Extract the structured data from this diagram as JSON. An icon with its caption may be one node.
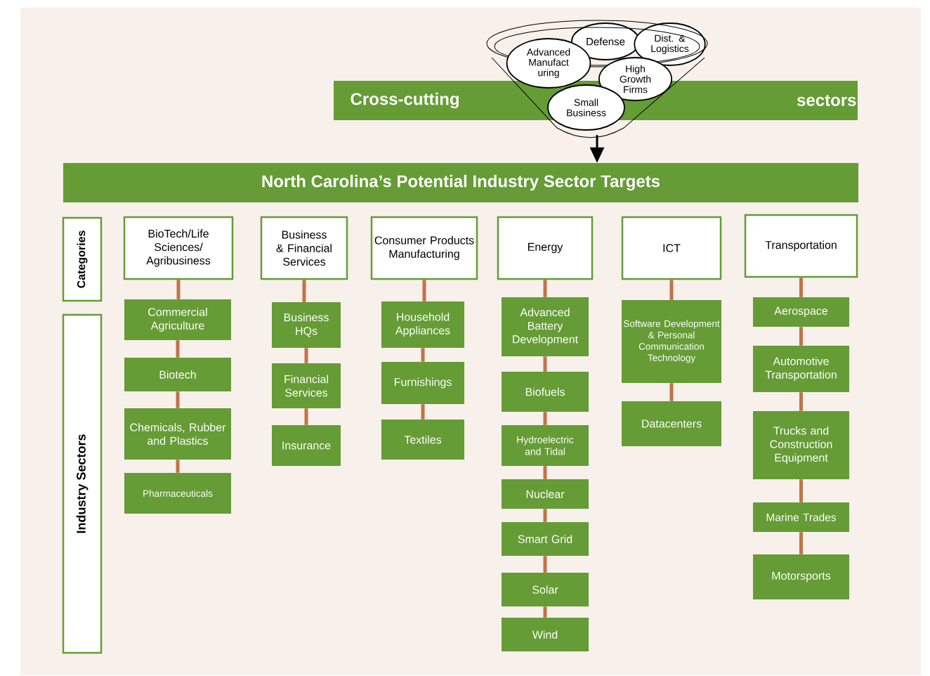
{
  "diagram": {
    "nodes": [
      {
        "text": [
          "Cross-cutting",
          "sectors"
        ]
      },
      {
        "text": [],
        "shape": "funnel"
      },
      {
        "text": [
          "Advanced Manufact uring"
        ],
        "in": 1
      },
      {
        "text": [
          "Defense"
        ],
        "in": 1
      },
      {
        "text": [
          "Dist. & Logistics"
        ],
        "in": 1
      },
      {
        "text": [
          "High Growth Firms"
        ],
        "in": 1
      },
      {
        "text": [
          "Small Business"
        ],
        "in": 1
      },
      {
        "text": [
          "North Carolina’s Potential Industry Sector Targets"
        ]
      },
      {
        "text": [
          "Categories"
        ]
      },
      {
        "text": [
          "Industry Sectors"
        ]
      },
      {
        "text": [
          "BioTech/Life Sciences/ Agribusiness"
        ]
      },
      {
        "text": [
          "Commercial Agriculture"
        ]
      },
      {
        "text": [
          "Biotech"
        ]
      },
      {
        "text": [
          "Chemicals, Rubber and Plastics"
        ]
      },
      {
        "text": [
          "Pharmaceuticals"
        ]
      },
      {
        "text": [
          "Business & Financial Services"
        ]
      },
      {
        "text": [
          "Business HQs"
        ]
      },
      {
        "text": [
          "Financial Services"
        ]
      },
      {
        "text": [
          "Insurance"
        ]
      },
      {
        "text": [
          "Consumer Products Manufacturing"
        ]
      },
      {
        "text": [
          "Household Appliances"
        ]
      },
      {
        "text": [
          "Furnishings"
        ]
      },
      {
        "text": [
          "Textiles"
        ]
      },
      {
        "text": [
          "Energy"
        ]
      },
      {
        "text": [
          "Advanced Battery Development"
        ]
      },
      {
        "text": [
          "Biofuels"
        ]
      },
      {
        "text": [
          "Hydroelectric and Tidal"
        ]
      },
      {
        "text": [
          "Nuclear"
        ]
      },
      {
        "text": [
          "Smart Grid"
        ]
      },
      {
        "text": [
          "Solar"
        ]
      },
      {
        "text": [
          "Wind"
        ]
      },
      {
        "text": [
          "ICT"
        ]
      },
      {
        "text": [
          "Software Development & Personal Communication Technology"
        ]
      },
      {
        "text": [
          "Datacenters"
        ]
      },
      {
        "text": [
          "Transportation"
        ]
      },
      {
        "text": [
          "Aerospace"
        ]
      },
      {
        "text": [
          "Automotive Transportation"
        ]
      },
      {
        "text": [
          "Trucks and Construction Equipment"
        ]
      },
      {
        "text": [
          "Marine Trades"
        ]
      },
      {
        "text": [
          "Motorsports"
        ]
      }
    ],
    "edges": [
      {
        "from": 1,
        "to": 7,
        "arrow": "to",
        "color": "#000000"
      },
      {
        "from": 10,
        "to": 11,
        "arrow": "none"
      },
      {
        "from": 11,
        "to": 12,
        "arrow": "none"
      },
      {
        "from": 12,
        "to": 13,
        "arrow": "none"
      },
      {
        "from": 13,
        "to": 14,
        "arrow": "none"
      },
      {
        "from": 15,
        "to": 16,
        "arrow": "none"
      },
      {
        "from": 16,
        "to": 17,
        "arrow": "none"
      },
      {
        "from": 17,
        "to": 18,
        "arrow": "none"
      },
      {
        "from": 19,
        "to": 20,
        "arrow": "none"
      },
      {
        "from": 20,
        "to": 21,
        "arrow": "none"
      },
      {
        "from": 21,
        "to": 22,
        "arrow": "none"
      },
      {
        "from": 23,
        "to": 24,
        "arrow": "none"
      },
      {
        "from": 24,
        "to": 25,
        "arrow": "none"
      },
      {
        "from": 25,
        "to": 26,
        "arrow": "none"
      },
      {
        "from": 26,
        "to": 27,
        "arrow": "none"
      },
      {
        "from": 27,
        "to": 28,
        "arrow": "none"
      },
      {
        "from": 28,
        "to": 29,
        "arrow": "none"
      },
      {
        "from": 29,
        "to": 30,
        "arrow": "none"
      },
      {
        "from": 31,
        "to": 32,
        "arrow": "none"
      },
      {
        "from": 32,
        "to": 33,
        "arrow": "none"
      },
      {
        "from": 34,
        "to": 35,
        "arrow": "none"
      },
      {
        "from": 35,
        "to": 36,
        "arrow": "none"
      },
      {
        "from": 36,
        "to": 37,
        "arrow": "none"
      },
      {
        "from": 37,
        "to": 38,
        "arrow": "none"
      },
      {
        "from": 38,
        "to": 39,
        "arrow": "none"
      }
    ]
  }
}
